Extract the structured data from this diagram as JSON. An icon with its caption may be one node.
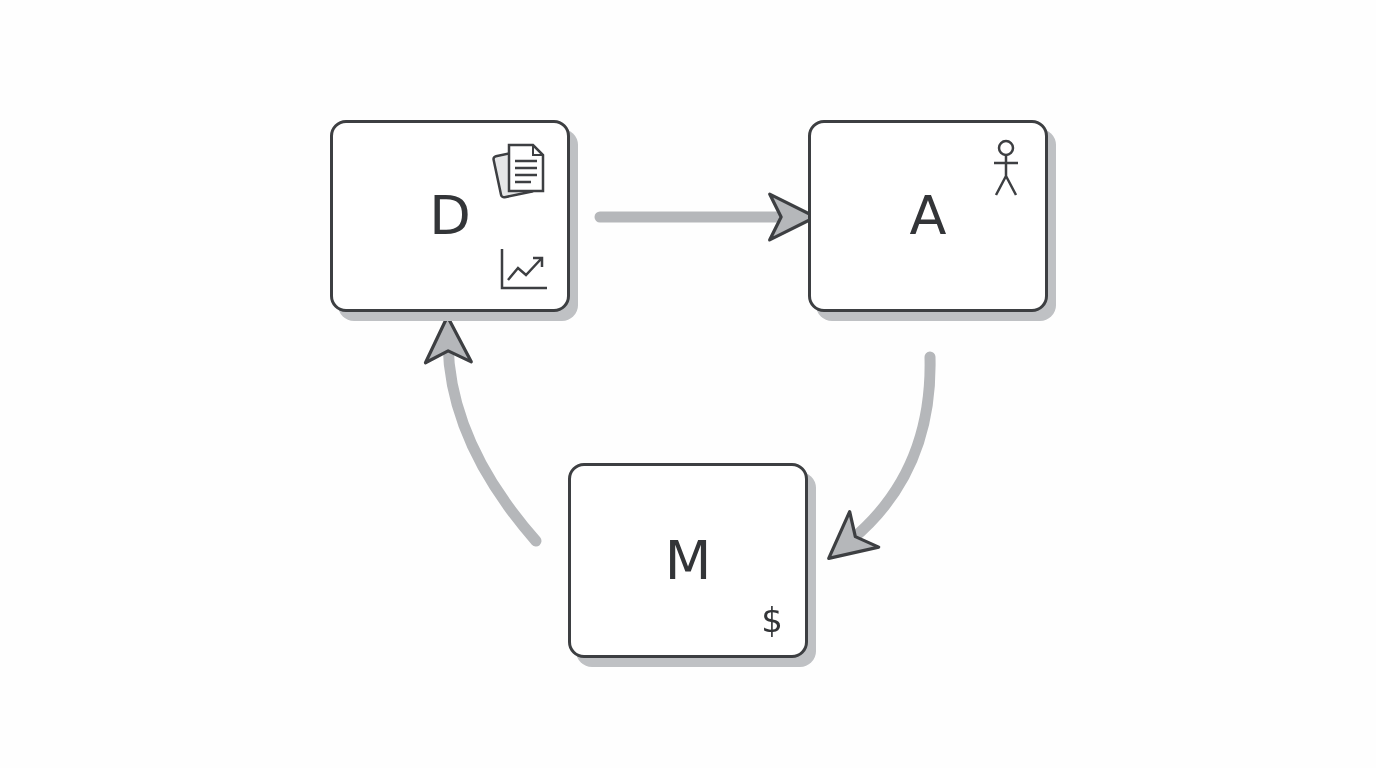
{
  "diagram": {
    "nodes": [
      {
        "text": [
          "D"
        ]
      },
      {
        "text": [
          "A"
        ]
      },
      {
        "text": [
          "M",
          "$"
        ]
      }
    ],
    "edges": [
      {
        "from": 0,
        "to": 1,
        "arrow": "to"
      },
      {
        "from": 1,
        "to": 2,
        "arrow": "to"
      },
      {
        "from": 2,
        "to": 0,
        "arrow": "to"
      }
    ]
  }
}
